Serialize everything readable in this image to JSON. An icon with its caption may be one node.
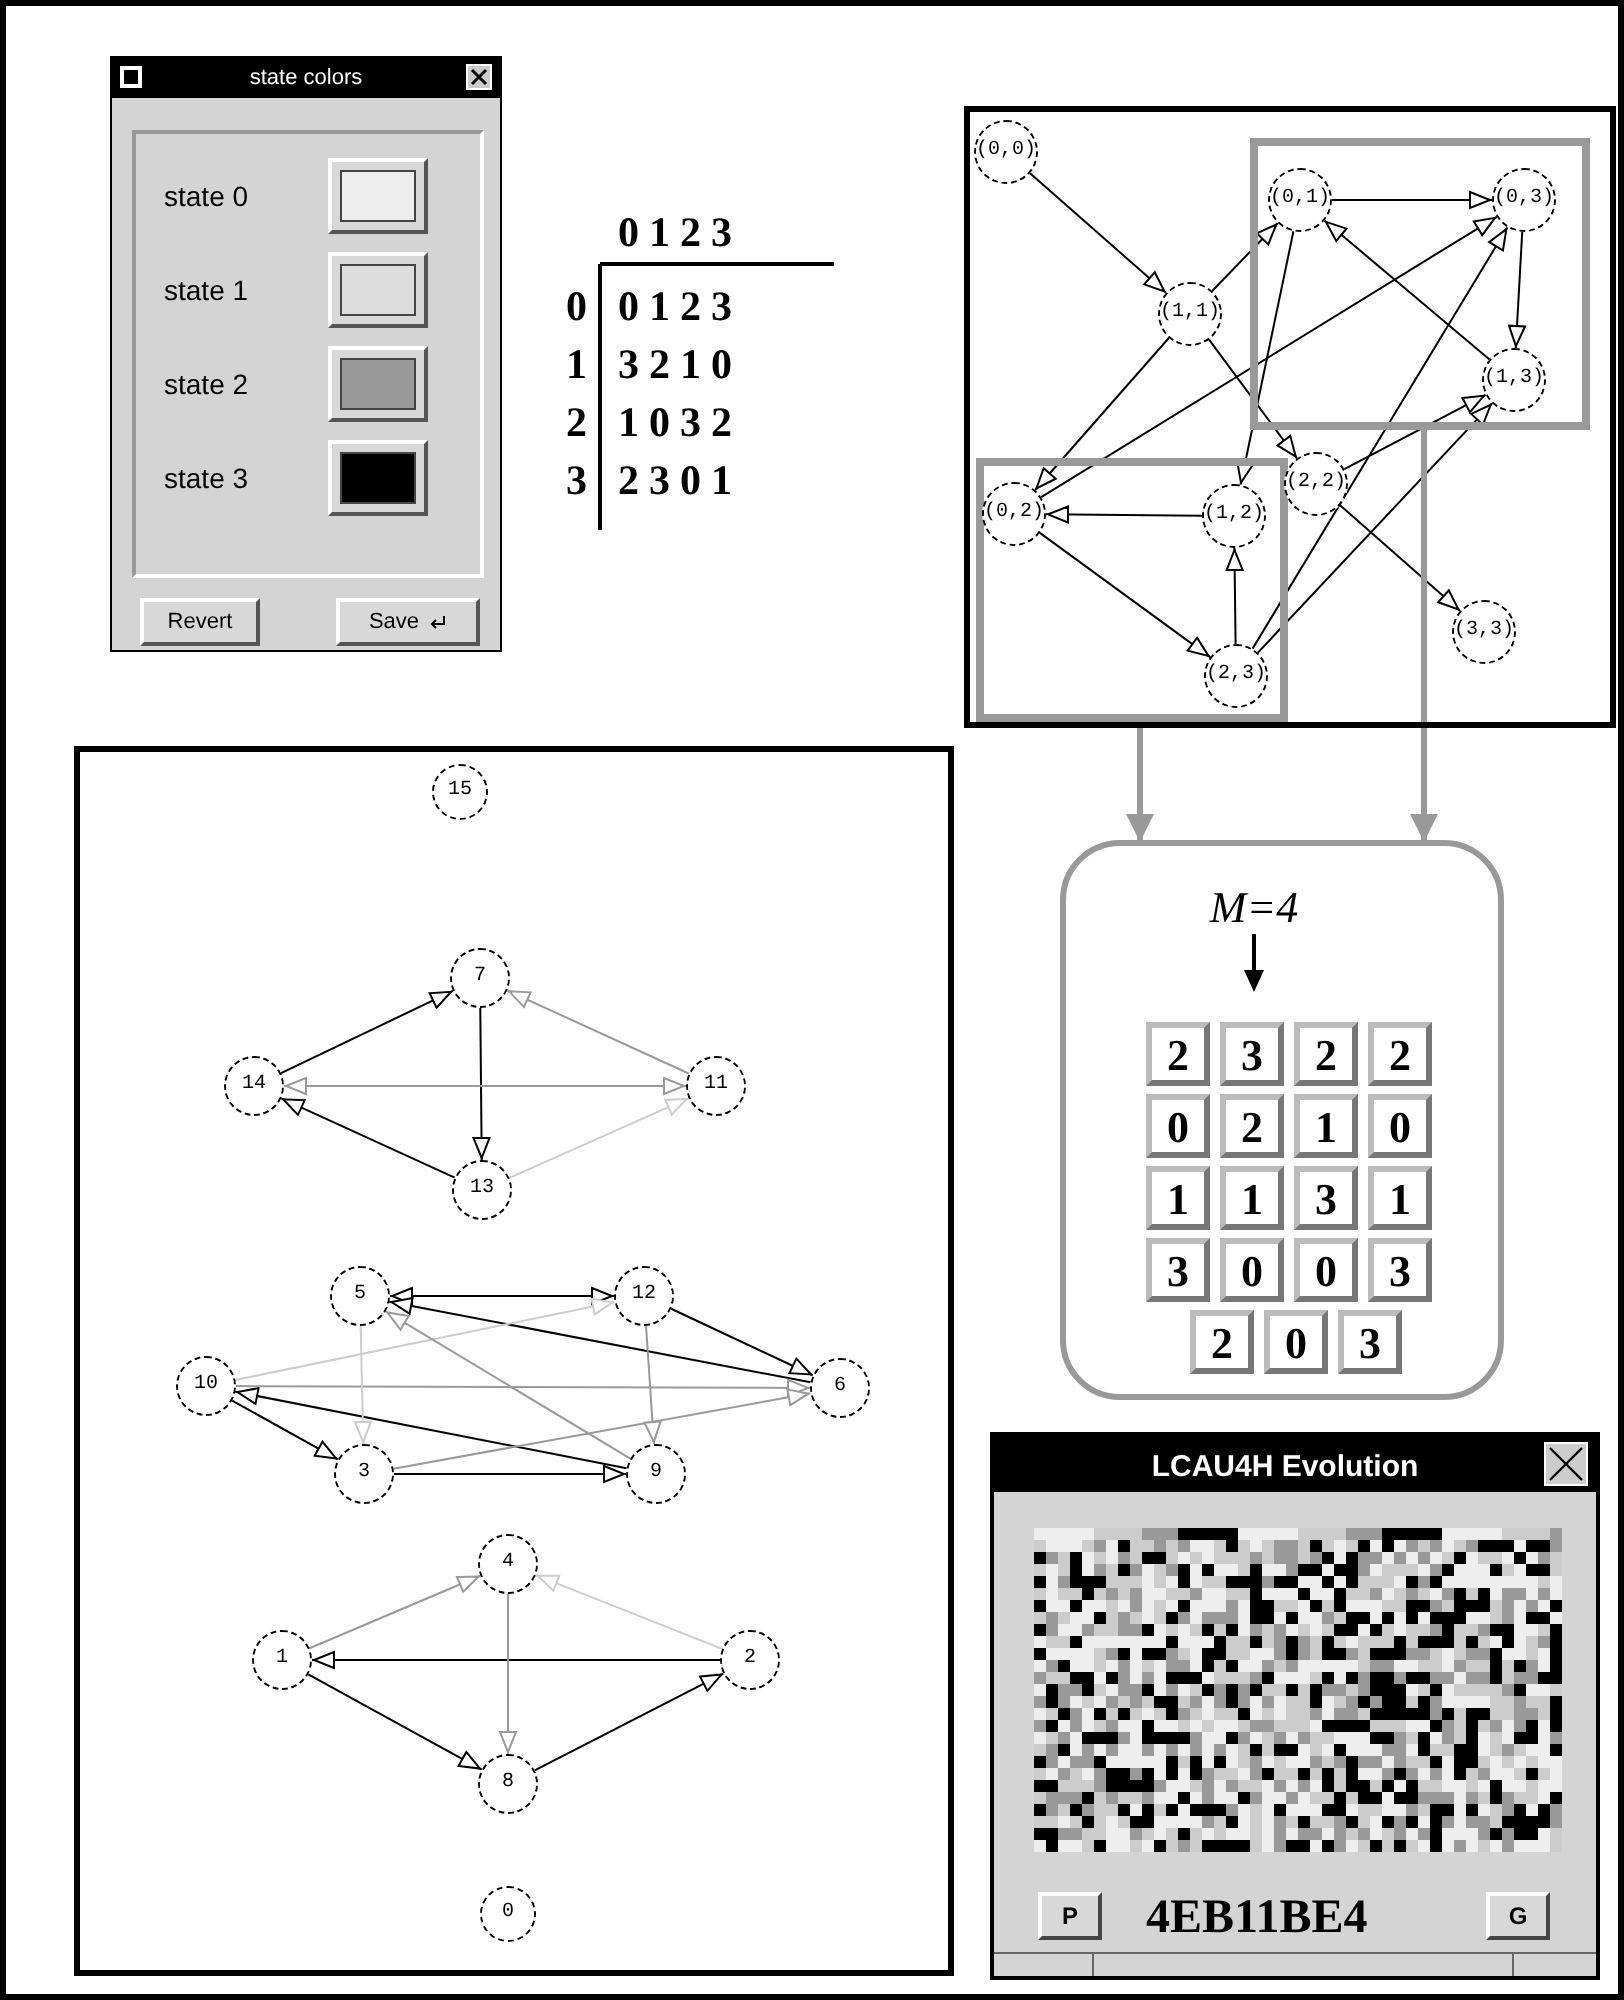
{
  "diagram": {
    "nodes": [
      {
        "text": [
          "state colors",
          "state 0",
          "state 1",
          "state 2",
          "state 3",
          "Revert",
          "Save"
        ]
      },
      {
        "text": [],
        "shape": "box"
      },
      {
        "text": [
          "(0,0)"
        ],
        "in": 1
      },
      {
        "text": [],
        "shape": "box",
        "in": 1
      },
      {
        "text": [
          "(0,1)"
        ],
        "in": 3
      },
      {
        "text": [
          "(0,3)"
        ],
        "in": 3
      },
      {
        "text": [
          "(1,1)"
        ],
        "in": 1
      },
      {
        "text": [
          "(1,3)"
        ],
        "in": 3
      },
      {
        "text": [],
        "shape": "box",
        "in": 1
      },
      {
        "text": [
          "(2,2)"
        ],
        "in": 1
      },
      {
        "text": [
          "(0,2)"
        ],
        "in": 8
      },
      {
        "text": [
          "(1,2)"
        ],
        "in": 8
      },
      {
        "text": [
          "(2,3)"
        ],
        "in": 8
      },
      {
        "text": [
          "(3,3)"
        ],
        "in": 1
      },
      {
        "text": [],
        "shape": "box"
      },
      {
        "text": [
          "15"
        ],
        "in": 14
      },
      {
        "text": [
          "7"
        ],
        "in": 14
      },
      {
        "text": [
          "14"
        ],
        "in": 14
      },
      {
        "text": [
          "11"
        ],
        "in": 14
      },
      {
        "text": [
          "13"
        ],
        "in": 14
      },
      {
        "text": [
          "5"
        ],
        "in": 14
      },
      {
        "text": [
          "12"
        ],
        "in": 14
      },
      {
        "text": [
          "10"
        ],
        "in": 14
      },
      {
        "text": [
          "6"
        ],
        "in": 14
      },
      {
        "text": [
          "3"
        ],
        "in": 14
      },
      {
        "text": [
          "9"
        ],
        "in": 14
      },
      {
        "text": [
          "4"
        ],
        "in": 14
      },
      {
        "text": [
          "1"
        ],
        "in": 14
      },
      {
        "text": [
          "2"
        ],
        "in": 14
      },
      {
        "text": [
          "8"
        ],
        "in": 14
      },
      {
        "text": [
          "0"
        ],
        "in": 14
      },
      {
        "text": [
          "M=4"
        ]
      },
      {
        "text": [
          "LCAU4H Evolution",
          "P",
          "4EB11BE4",
          "G"
        ]
      }
    ],
    "edges": [
      {
        "from": 2,
        "to": 6,
        "arrow": "to"
      },
      {
        "from": 6,
        "to": 4,
        "arrow": "to"
      },
      {
        "from": 4,
        "to": 5,
        "arrow": "to"
      },
      {
        "from": 5,
        "to": 7,
        "arrow": "to"
      },
      {
        "from": 7,
        "to": 4,
        "arrow": "to"
      },
      {
        "from": 6,
        "to": 9,
        "arrow": "to"
      },
      {
        "from": 9,
        "to": 13,
        "arrow": "to"
      },
      {
        "from": 11,
        "to": 10,
        "arrow": "to"
      },
      {
        "from": 10,
        "to": 12,
        "arrow": "to"
      },
      {
        "from": 12,
        "to": 11,
        "arrow": "to"
      },
      {
        "from": 10,
        "to": 5,
        "arrow": "to"
      },
      {
        "from": 6,
        "to": 10,
        "arrow": "to"
      },
      {
        "from": 12,
        "to": 5,
        "arrow": "to"
      },
      {
        "from": 9,
        "to": 7,
        "arrow": "to"
      },
      {
        "from": 4,
        "to": 11,
        "arrow": "to"
      },
      {
        "from": 12,
        "to": 7,
        "arrow": "to"
      },
      {
        "from": 8,
        "to": 31,
        "arrow": "to",
        "style": "thick",
        "color": "#999999"
      },
      {
        "from": 3,
        "to": 31,
        "arrow": "to",
        "style": "thick",
        "color": "#999999"
      },
      {
        "from": 17,
        "to": 16,
        "arrow": "to"
      },
      {
        "from": 16,
        "to": 19,
        "arrow": "to"
      },
      {
        "from": 19,
        "to": 17,
        "arrow": "to"
      },
      {
        "from": 18,
        "to": 16,
        "arrow": "to",
        "color": "#999999"
      },
      {
        "from": 18,
        "to": 17,
        "arrow": "both",
        "color": "#999999"
      },
      {
        "from": 19,
        "to": 18,
        "arrow": "to",
        "color": "#cccccc"
      },
      {
        "from": 20,
        "to": 21,
        "arrow": "both"
      },
      {
        "from": 21,
        "to": 23,
        "arrow": "to"
      },
      {
        "from": 23,
        "to": 20,
        "arrow": "to"
      },
      {
        "from": 22,
        "to": 24,
        "arrow": "to"
      },
      {
        "from": 25,
        "to": 22,
        "arrow": "to"
      },
      {
        "from": 24,
        "to": 25,
        "arrow": "to"
      },
      {
        "from": 22,
        "to": 21,
        "arrow": "to",
        "color": "#cccccc"
      },
      {
        "from": 22,
        "to": 23,
        "arrow": "to",
        "color": "#999999"
      },
      {
        "from": 24,
        "to": 23,
        "arrow": "to",
        "color": "#999999"
      },
      {
        "from": 25,
        "to": 20,
        "arrow": "to",
        "color": "#999999"
      },
      {
        "from": 21,
        "to": 25,
        "arrow": "to",
        "color": "#999999"
      },
      {
        "from": 20,
        "to": 24,
        "arrow": "to",
        "color": "#cccccc"
      },
      {
        "from": 28,
        "to": 27,
        "arrow": "to"
      },
      {
        "from": 27,
        "to": 29,
        "arrow": "to"
      },
      {
        "from": 29,
        "to": 28,
        "arrow": "to"
      },
      {
        "from": 27,
        "to": 26,
        "arrow": "to",
        "color": "#999999"
      },
      {
        "from": 26,
        "to": 29,
        "arrow": "to",
        "color": "#999999"
      },
      {
        "from": 28,
        "to": 26,
        "arrow": "to",
        "color": "#cccccc"
      }
    ],
    "labels": [
      "0123",
      "0",
      "0123",
      "1",
      "3210",
      "2",
      "1032",
      "3",
      "2301",
      "2",
      "3",
      "2",
      "2",
      "0",
      "2",
      "1",
      "0",
      "1",
      "1",
      "3",
      "1",
      "3",
      "0",
      "0",
      "3",
      "2",
      "0",
      "3"
    ]
  }
}
